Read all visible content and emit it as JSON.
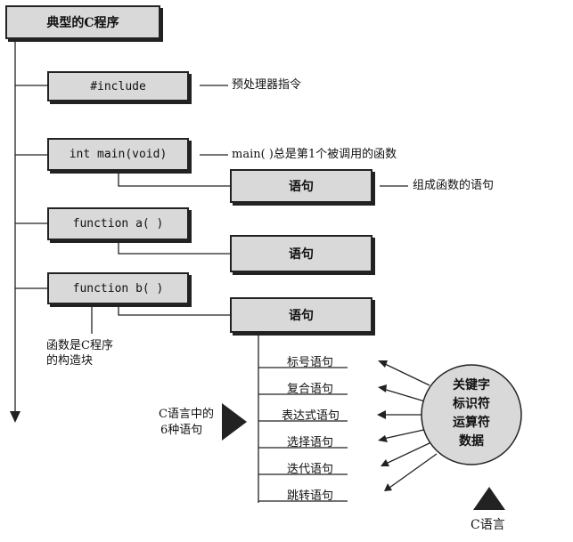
{
  "title": "典型的C程序",
  "include_box": "#include",
  "include_note": "预处理器指令",
  "main_box": "int main(void)",
  "main_note": "main( )总是第1个被调用的函数",
  "stmt_box_1": "语句",
  "stmt_note": "组成函数的语句",
  "func_a_box": "function a( )",
  "stmt_box_2": "语句",
  "func_b_box": "function b( )",
  "stmt_box_3": "语句",
  "building_block_note": [
    "函数是C程序",
    "的构造块"
  ],
  "six_kinds_note": [
    "C语言中的",
    "6种语句"
  ],
  "statement_kinds": [
    "标号语句",
    "复合语句",
    "表达式语句",
    "选择语句",
    "迭代语句",
    "跳转语句"
  ],
  "circle_items": [
    "关键字",
    "标识符",
    "运算符",
    "数据"
  ],
  "c_language_label": "C语言"
}
